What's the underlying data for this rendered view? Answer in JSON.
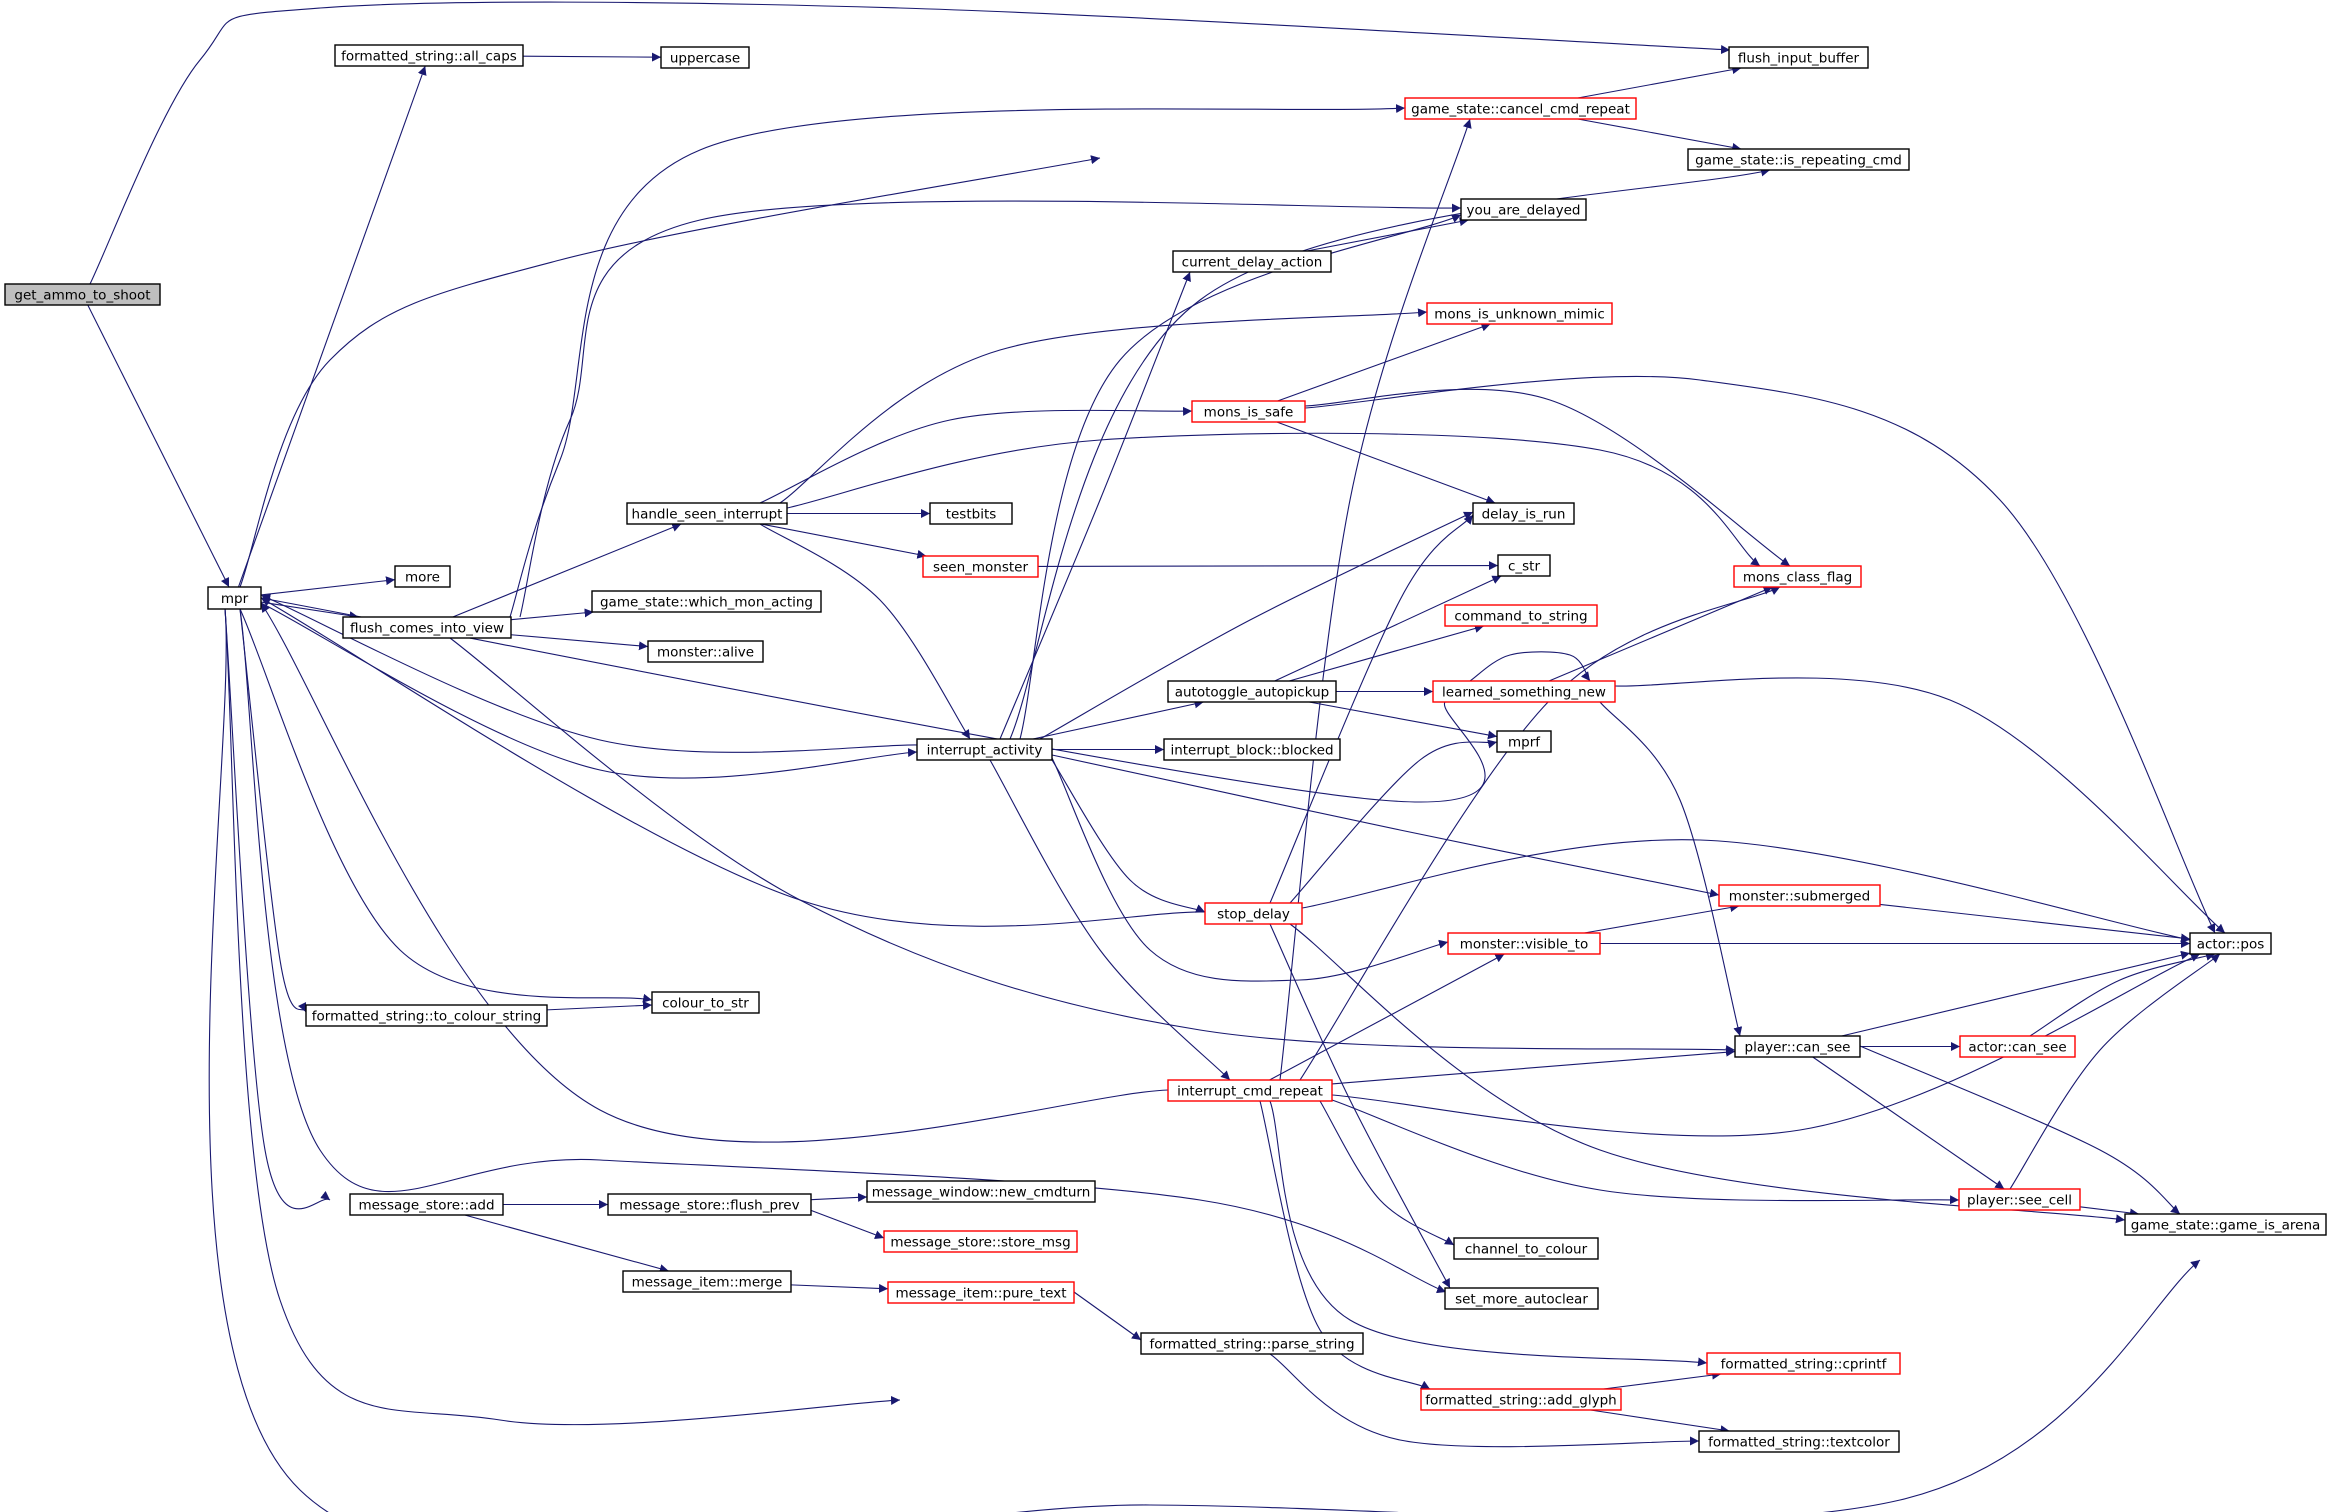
{
  "graph": {
    "colors": {
      "edge": "#191970",
      "node_border_plain": "#000000",
      "node_border_linked": "#ff0000",
      "root_fill": "#bfbfbf",
      "node_fill": "#ffffff"
    },
    "nodes": [
      {
        "id": "get_ammo_to_shoot",
        "label": "get_ammo_to_shoot",
        "style": "root"
      },
      {
        "id": "mpr",
        "label": "mpr",
        "style": "plain"
      },
      {
        "id": "fs_all_caps",
        "label": "formatted_string::all_caps",
        "style": "plain"
      },
      {
        "id": "uppercase",
        "label": "uppercase",
        "style": "plain"
      },
      {
        "id": "more",
        "label": "more",
        "style": "plain"
      },
      {
        "id": "flush_comes_into_view",
        "label": "flush_comes_into_view",
        "style": "plain"
      },
      {
        "id": "handle_seen_interrupt",
        "label": "handle_seen_interrupt",
        "style": "plain"
      },
      {
        "id": "gs_which_mon_acting",
        "label": "game_state::which_mon_acting",
        "style": "plain"
      },
      {
        "id": "monster_alive",
        "label": "monster::alive",
        "style": "plain"
      },
      {
        "id": "testbits",
        "label": "testbits",
        "style": "plain"
      },
      {
        "id": "seen_monster",
        "label": "seen_monster",
        "style": "red"
      },
      {
        "id": "interrupt_activity",
        "label": "interrupt_activity",
        "style": "plain"
      },
      {
        "id": "fs_to_colour_string",
        "label": "formatted_string::to_colour_string",
        "style": "plain"
      },
      {
        "id": "colour_to_str",
        "label": "colour_to_str",
        "style": "plain"
      },
      {
        "id": "message_store_add",
        "label": "message_store::add",
        "style": "plain"
      },
      {
        "id": "message_store_flush_prev",
        "label": "message_store::flush_prev",
        "style": "plain"
      },
      {
        "id": "message_window_new_cmdturn",
        "label": "message_window::new_cmdturn",
        "style": "plain"
      },
      {
        "id": "message_store_store_msg",
        "label": "message_store::store_msg",
        "style": "red"
      },
      {
        "id": "message_item_merge",
        "label": "message_item::merge",
        "style": "plain"
      },
      {
        "id": "message_item_pure_text",
        "label": "message_item::pure_text",
        "style": "red"
      },
      {
        "id": "fs_parse_string",
        "label": "formatted_string::parse_string",
        "style": "plain"
      },
      {
        "id": "current_delay_action",
        "label": "current_delay_action",
        "style": "plain"
      },
      {
        "id": "you_are_delayed",
        "label": "you_are_delayed",
        "style": "plain"
      },
      {
        "id": "gs_cancel_cmd_repeat",
        "label": "game_state::cancel_cmd_repeat",
        "style": "red"
      },
      {
        "id": "flush_input_buffer",
        "label": "flush_input_buffer",
        "style": "plain"
      },
      {
        "id": "gs_is_repeating_cmd",
        "label": "game_state::is_repeating_cmd",
        "style": "plain"
      },
      {
        "id": "mons_is_unknown_mimic",
        "label": "mons_is_unknown_mimic",
        "style": "red"
      },
      {
        "id": "mons_is_safe",
        "label": "mons_is_safe",
        "style": "red"
      },
      {
        "id": "delay_is_run",
        "label": "delay_is_run",
        "style": "plain"
      },
      {
        "id": "c_str",
        "label": "c_str",
        "style": "plain"
      },
      {
        "id": "command_to_string",
        "label": "command_to_string",
        "style": "red"
      },
      {
        "id": "autotoggle_autopickup",
        "label": "autotoggle_autopickup",
        "style": "plain"
      },
      {
        "id": "learned_something_new",
        "label": "learned_something_new",
        "style": "red"
      },
      {
        "id": "mprf",
        "label": "mprf",
        "style": "plain"
      },
      {
        "id": "interrupt_block_blocked",
        "label": "interrupt_block::blocked",
        "style": "plain"
      },
      {
        "id": "stop_delay",
        "label": "stop_delay",
        "style": "red"
      },
      {
        "id": "monster_submerged",
        "label": "monster::submerged",
        "style": "red"
      },
      {
        "id": "monster_visible_to",
        "label": "monster::visible_to",
        "style": "red"
      },
      {
        "id": "interrupt_cmd_repeat",
        "label": "interrupt_cmd_repeat",
        "style": "red"
      },
      {
        "id": "mons_class_flag",
        "label": "mons_class_flag",
        "style": "red"
      },
      {
        "id": "actor_pos",
        "label": "actor::pos",
        "style": "plain"
      },
      {
        "id": "player_can_see",
        "label": "player::can_see",
        "style": "plain"
      },
      {
        "id": "actor_can_see",
        "label": "actor::can_see",
        "style": "red"
      },
      {
        "id": "player_see_cell",
        "label": "player::see_cell",
        "style": "red"
      },
      {
        "id": "gs_game_is_arena",
        "label": "game_state::game_is_arena",
        "style": "plain"
      },
      {
        "id": "channel_to_colour",
        "label": "channel_to_colour",
        "style": "plain"
      },
      {
        "id": "set_more_autoclear",
        "label": "set_more_autoclear",
        "style": "plain"
      },
      {
        "id": "fs_cprintf",
        "label": "formatted_string::cprintf",
        "style": "red"
      },
      {
        "id": "fs_add_glyph",
        "label": "formatted_string::add_glyph",
        "style": "red"
      },
      {
        "id": "fs_textcolor",
        "label": "formatted_string::textcolor",
        "style": "plain"
      }
    ],
    "edges": [
      [
        "get_ammo_to_shoot",
        "mpr"
      ],
      [
        "get_ammo_to_shoot",
        "flush_input_buffer"
      ],
      [
        "mpr",
        "fs_all_caps"
      ],
      [
        "fs_all_caps",
        "uppercase"
      ],
      [
        "mpr",
        "gs_is_repeating_cmd"
      ],
      [
        "mpr",
        "more"
      ],
      [
        "mpr",
        "flush_comes_into_view"
      ],
      [
        "mpr",
        "interrupt_activity"
      ],
      [
        "mpr",
        "fs_to_colour_string"
      ],
      [
        "mpr",
        "colour_to_str"
      ],
      [
        "mpr",
        "message_store_add"
      ],
      [
        "mpr",
        "set_more_autoclear"
      ],
      [
        "mpr",
        "fs_parse_string"
      ],
      [
        "mpr",
        "gs_game_is_arena"
      ],
      [
        "fs_to_colour_string",
        "colour_to_str"
      ],
      [
        "flush_comes_into_view",
        "you_are_delayed"
      ],
      [
        "flush_comes_into_view",
        "gs_cancel_cmd_repeat"
      ],
      [
        "flush_comes_into_view",
        "handle_seen_interrupt"
      ],
      [
        "flush_comes_into_view",
        "gs_which_mon_acting"
      ],
      [
        "flush_comes_into_view",
        "monster_alive"
      ],
      [
        "flush_comes_into_view",
        "player_can_see"
      ],
      [
        "handle_seen_interrupt",
        "mons_is_unknown_mimic"
      ],
      [
        "handle_seen_interrupt",
        "mons_is_safe"
      ],
      [
        "handle_seen_interrupt",
        "mons_class_flag"
      ],
      [
        "handle_seen_interrupt",
        "testbits"
      ],
      [
        "handle_seen_interrupt",
        "seen_monster"
      ],
      [
        "handle_seen_interrupt",
        "interrupt_activity"
      ],
      [
        "seen_monster",
        "c_str"
      ],
      [
        "interrupt_activity",
        "mpr"
      ],
      [
        "interrupt_activity",
        "current_delay_action"
      ],
      [
        "interrupt_activity",
        "gs_is_repeating_cmd"
      ],
      [
        "interrupt_activity",
        "you_are_delayed"
      ],
      [
        "interrupt_activity",
        "delay_is_run"
      ],
      [
        "interrupt_activity",
        "autotoggle_autopickup"
      ],
      [
        "interrupt_activity",
        "interrupt_block_blocked"
      ],
      [
        "interrupt_activity",
        "stop_delay"
      ],
      [
        "interrupt_activity",
        "monster_submerged"
      ],
      [
        "interrupt_activity",
        "monster_visible_to"
      ],
      [
        "interrupt_activity",
        "interrupt_cmd_repeat"
      ],
      [
        "current_delay_action",
        "you_are_delayed"
      ],
      [
        "gs_cancel_cmd_repeat",
        "flush_input_buffer"
      ],
      [
        "gs_cancel_cmd_repeat",
        "gs_is_repeating_cmd"
      ],
      [
        "mons_is_safe",
        "mons_is_unknown_mimic"
      ],
      [
        "mons_is_safe",
        "delay_is_run"
      ],
      [
        "mons_is_safe",
        "mons_class_flag"
      ],
      [
        "mons_is_safe",
        "actor_pos"
      ],
      [
        "autotoggle_autopickup",
        "c_str"
      ],
      [
        "autotoggle_autopickup",
        "command_to_string"
      ],
      [
        "autotoggle_autopickup",
        "learned_something_new"
      ],
      [
        "autotoggle_autopickup",
        "mprf"
      ],
      [
        "learned_something_new",
        "learned_something_new"
      ],
      [
        "learned_something_new",
        "mons_class_flag"
      ],
      [
        "learned_something_new",
        "actor_pos"
      ],
      [
        "learned_something_new",
        "player_can_see"
      ],
      [
        "learned_something_new",
        "mpr"
      ],
      [
        "stop_delay",
        "mpr"
      ],
      [
        "stop_delay",
        "delay_is_run"
      ],
      [
        "stop_delay",
        "mprf"
      ],
      [
        "stop_delay",
        "actor_pos"
      ],
      [
        "stop_delay",
        "set_more_autoclear"
      ],
      [
        "stop_delay",
        "gs_game_is_arena"
      ],
      [
        "monster_visible_to",
        "monster_submerged"
      ],
      [
        "monster_visible_to",
        "actor_pos"
      ],
      [
        "monster_submerged",
        "actor_pos"
      ],
      [
        "interrupt_cmd_repeat",
        "mpr"
      ],
      [
        "interrupt_cmd_repeat",
        "gs_cancel_cmd_repeat"
      ],
      [
        "interrupt_cmd_repeat",
        "mons_class_flag"
      ],
      [
        "interrupt_cmd_repeat",
        "monster_visible_to"
      ],
      [
        "interrupt_cmd_repeat",
        "player_can_see"
      ],
      [
        "interrupt_cmd_repeat",
        "actor_pos"
      ],
      [
        "interrupt_cmd_repeat",
        "player_see_cell"
      ],
      [
        "interrupt_cmd_repeat",
        "channel_to_colour"
      ],
      [
        "interrupt_cmd_repeat",
        "fs_cprintf"
      ],
      [
        "interrupt_cmd_repeat",
        "fs_add_glyph"
      ],
      [
        "player_can_see",
        "actor_pos"
      ],
      [
        "player_can_see",
        "actor_can_see"
      ],
      [
        "player_can_see",
        "player_see_cell"
      ],
      [
        "player_can_see",
        "gs_game_is_arena"
      ],
      [
        "actor_can_see",
        "actor_pos"
      ],
      [
        "player_see_cell",
        "actor_pos"
      ],
      [
        "player_see_cell",
        "gs_game_is_arena"
      ],
      [
        "message_store_add",
        "message_store_flush_prev"
      ],
      [
        "message_store_add",
        "message_item_merge"
      ],
      [
        "message_store_flush_prev",
        "message_window_new_cmdturn"
      ],
      [
        "message_store_flush_prev",
        "message_store_store_msg"
      ],
      [
        "message_item_merge",
        "message_item_pure_text"
      ],
      [
        "message_item_pure_text",
        "fs_parse_string"
      ],
      [
        "fs_parse_string",
        "fs_textcolor"
      ],
      [
        "fs_add_glyph",
        "fs_cprintf"
      ],
      [
        "fs_add_glyph",
        "fs_textcolor"
      ]
    ]
  }
}
